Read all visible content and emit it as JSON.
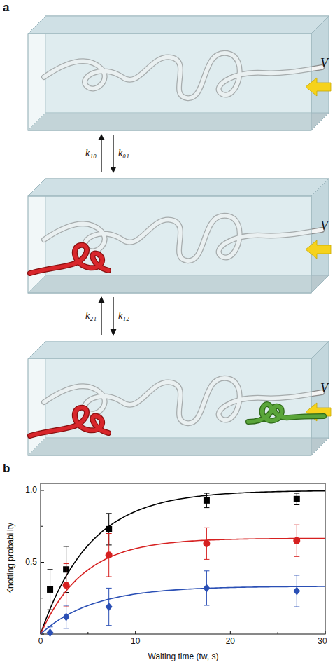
{
  "diagram": {
    "nodes": [
      {
        "text": [
          "V"
        ]
      },
      {
        "text": [
          "V"
        ]
      },
      {
        "text": [
          "V"
        ]
      }
    ],
    "edges": [
      {
        "from": 1,
        "to": 0,
        "arrow": "to",
        "label": "k₁₀"
      },
      {
        "from": 0,
        "to": 1,
        "arrow": "to",
        "label": "k₀₁"
      },
      {
        "from": 2,
        "to": 1,
        "arrow": "to",
        "label": "k₂₁"
      },
      {
        "from": 1,
        "to": 2,
        "arrow": "to",
        "label": "k₁₂"
      }
    ],
    "labels": [
      "a",
      "b",
      "1.0",
      "0.5",
      "0",
      "10",
      "20",
      "30",
      "Knotting probability",
      "Waiting time (tw, s)"
    ]
  }
}
